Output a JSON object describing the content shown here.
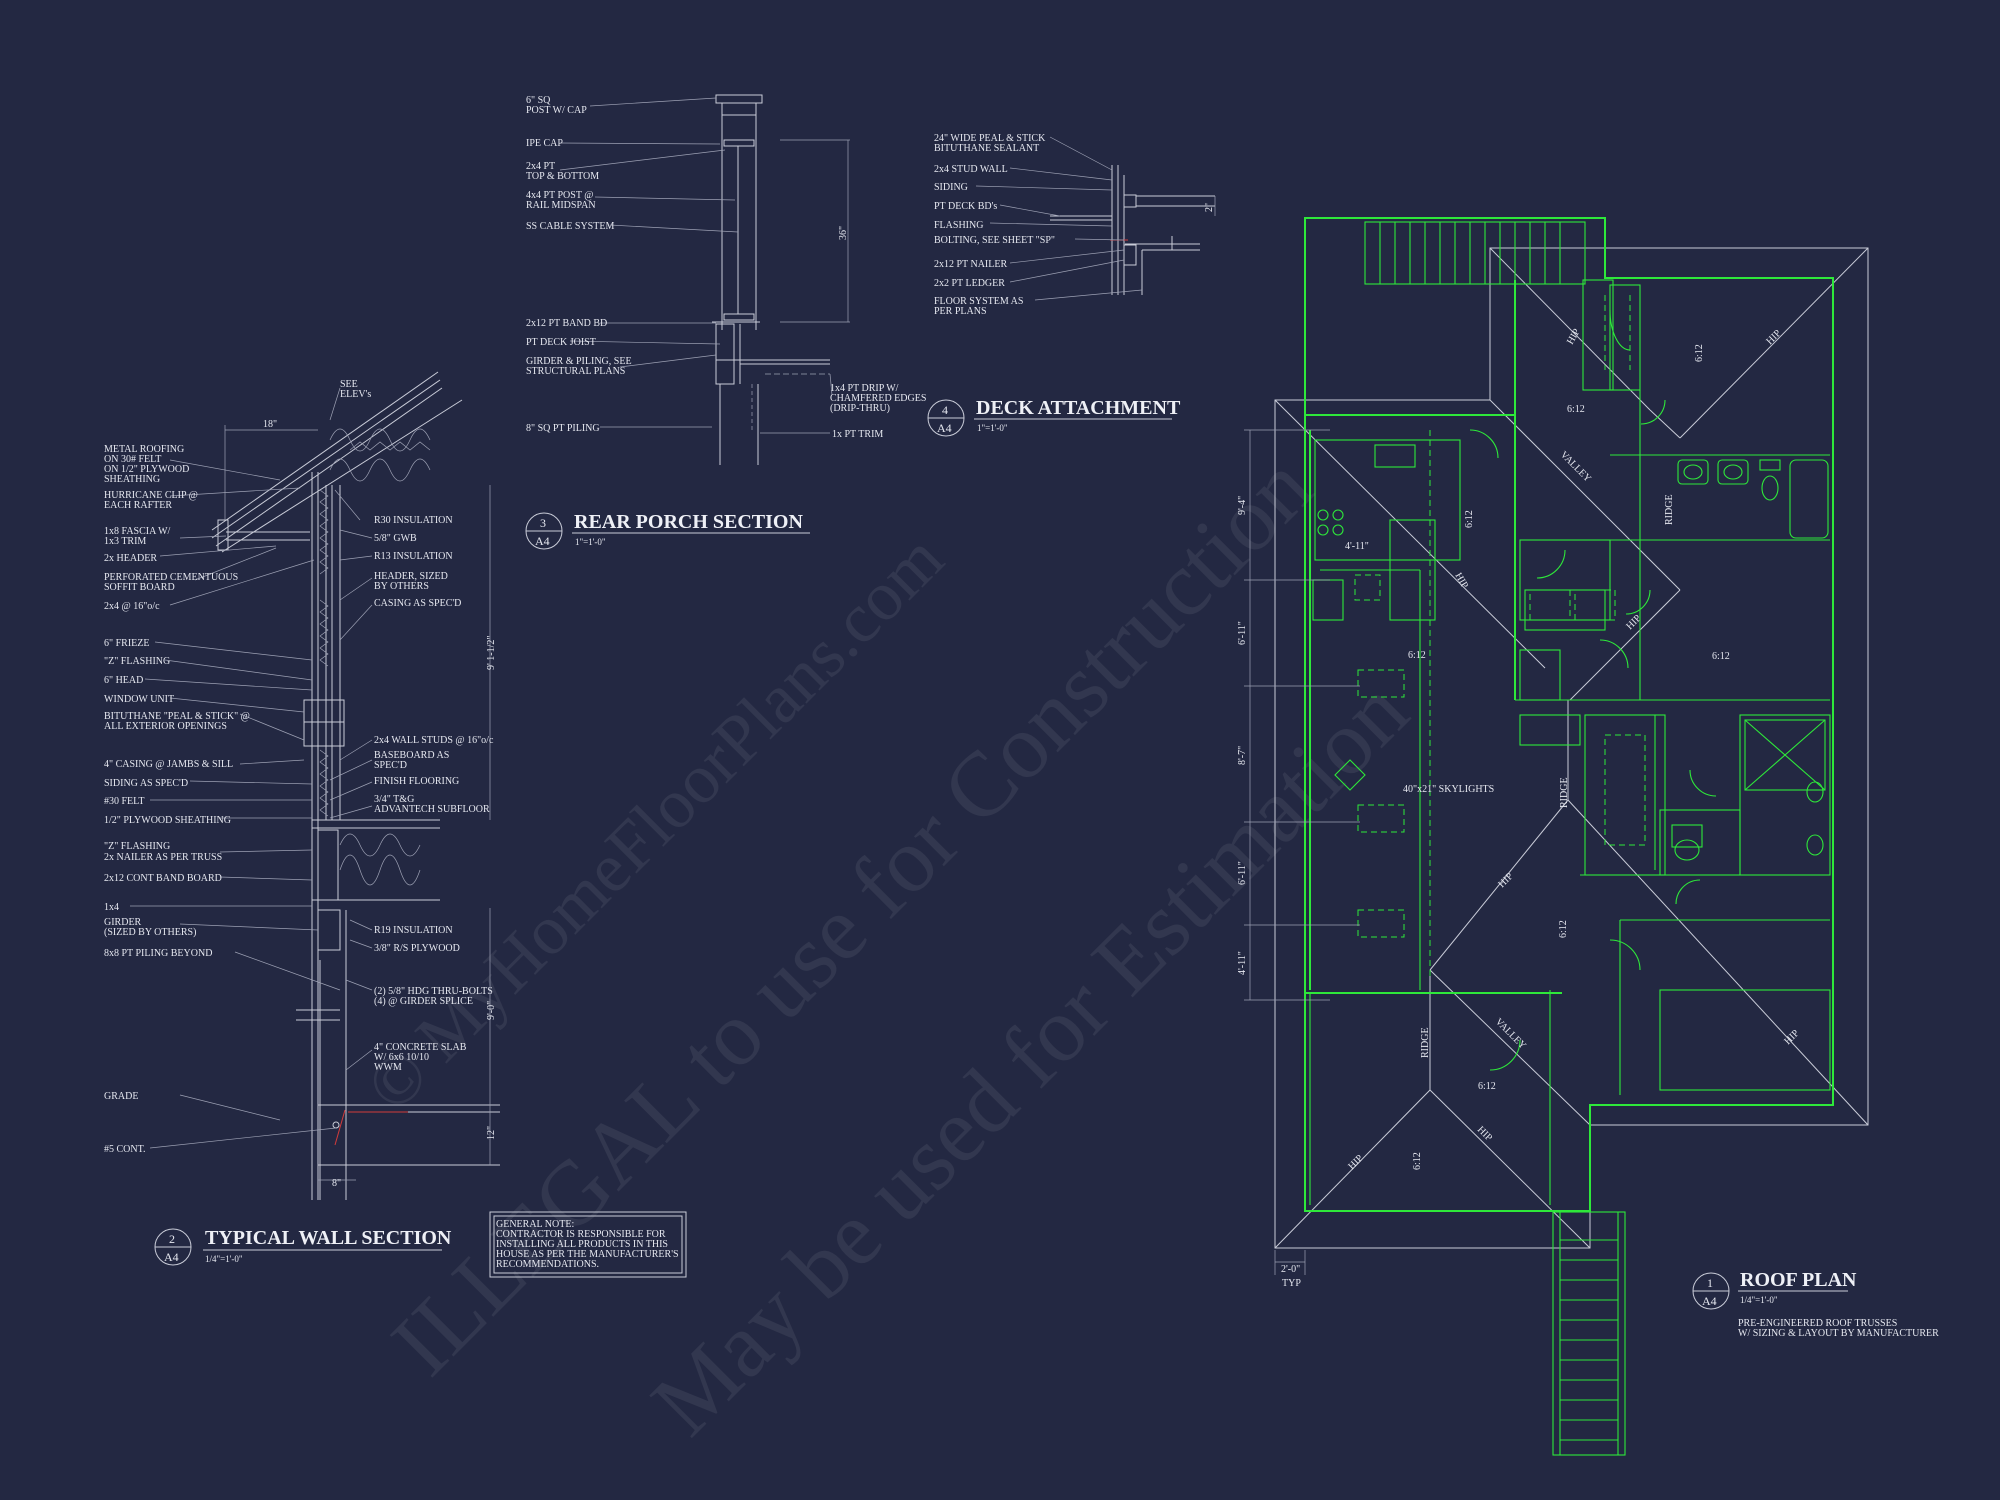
{
  "watermark": {
    "line1": "© MyHomeFloorPlans.com",
    "line2": "ILLEGAL to use for Construction",
    "line3": "May be used for Estimation"
  },
  "wall_section": {
    "number": "2",
    "sheet": "A4",
    "title": "TYPICAL WALL SECTION",
    "scale": "1/4\"=1'-0\"",
    "notes_left": [
      "METAL ROOFING",
      "ON 30# FELT",
      "ON 1/2\" PLYWOOD",
      "SHEATHING",
      "HURRICANE CLIP @",
      "EACH RAFTER",
      "1x8 FASCIA W/",
      "1x3 TRIM",
      "2x HEADER",
      "PERFORATED CEMENTUOUS",
      "SOFFIT BOARD",
      "2x4 @ 16\"o/c",
      "6\" FRIEZE",
      "\"Z\" FLASHING",
      "6\" HEAD",
      "WINDOW UNIT",
      "BITUTHANE \"PEAL & STICK\" @",
      "ALL EXTERIOR OPENINGS",
      "4\" CASING @ JAMBS & SILL",
      "SIDING AS SPEC'D",
      "#30 FELT",
      "1/2\" PLYWOOD SHEATHING",
      "\"Z\" FLASHING",
      "2x NAILER AS PER TRUSS",
      "2x12 CONT BAND BOARD",
      "1x4",
      "GIRDER",
      "(SIZED BY OTHERS)",
      "8x8 PT PILING BEYOND",
      "GRADE",
      "#5 CONT."
    ],
    "notes_right": [
      "SEE",
      "ELEV's",
      "R30 INSULATION",
      "5/8\" GWB",
      "R13 INSULATION",
      "HEADER, SIZED",
      "BY OTHERS",
      "CASING AS SPEC'D",
      "2x4 WALL STUDS @ 16\"o/c",
      "BASEBOARD AS",
      "SPEC'D",
      "FINISH FLOORING",
      "3/4\" T&G",
      "ADVANTECH SUBFLOOR",
      "R19 INSULATION",
      "3/8\" R/S PLYWOOD",
      "(2) 5/8\" HDG THRU-BOLTS",
      "(4) @ GIRDER SPLICE",
      "4\" CONCRETE SLAB",
      "W/ 6x6 10/10",
      "WWM"
    ],
    "dims": [
      "18\"",
      "9' 1-1/2\"",
      "9'-0\"",
      "12\"",
      "8\""
    ]
  },
  "general_note": {
    "lines": [
      "GENERAL NOTE:",
      "CONTRACTOR IS RESPONSIBLE FOR",
      "INSTALLING ALL PRODUCTS IN THIS",
      "HOUSE AS PER THE MANUFACTURER'S",
      "RECOMMENDATIONS."
    ]
  },
  "porch_section": {
    "number": "3",
    "sheet": "A4",
    "title": "REAR PORCH SECTION",
    "scale": "1\"=1'-0\"",
    "notes_left": [
      "6\" SQ",
      "POST W/ CAP",
      "IPE CAP",
      "2x4 PT",
      "TOP & BOTTOM",
      "4x4 PT POST @",
      "RAIL MIDSPAN",
      "SS CABLE SYSTEM",
      "2x12 PT BAND BD",
      "PT DECK JOIST",
      "GIRDER & PILING, SEE",
      "STRUCTURAL PLANS",
      "8\" SQ PT PILING"
    ],
    "notes_right": [
      "1x4 PT DRIP W/",
      "CHAMFERED EDGES",
      "(DRIP-THRU)",
      "1x PT TRIM"
    ],
    "dim": "36\""
  },
  "deck_attachment": {
    "number": "4",
    "sheet": "A4",
    "title": "DECK ATTACHMENT",
    "scale": "1\"=1'-0\"",
    "notes": [
      "24\" WIDE PEAL & STICK",
      "BITUTHANE SEALANT",
      "2x4 STUD WALL",
      "SIDING",
      "PT DECK BD's",
      "FLASHING",
      "BOLTING, SEE SHEET \"SP\"",
      "2x12 PT NAILER",
      "2x2 PT LEDGER",
      "FLOOR SYSTEM AS",
      "PER PLANS"
    ],
    "dim": "2\""
  },
  "roof_plan": {
    "number": "1",
    "sheet": "A4",
    "title": "ROOF PLAN",
    "scale": "1/4\"=1'-0\"",
    "notes": [
      "PRE-ENGINEERED ROOF TRUSSES",
      "W/ SIZING & LAYOUT BY MANUFACTURER"
    ],
    "labels": {
      "hip": "HIP",
      "valley": "VALLEY",
      "ridge": "RIDGE",
      "pitch": "6:12",
      "skylights": "40\"x21\" SKYLIGHTS",
      "overhang": "2'-0\"",
      "typ": "TYP",
      "small_dim": "4'-11\""
    },
    "dims_left": [
      "9'-4\"",
      "6'-11\"",
      "8'-7\"",
      "6'-11\"",
      "4'-11\""
    ]
  }
}
